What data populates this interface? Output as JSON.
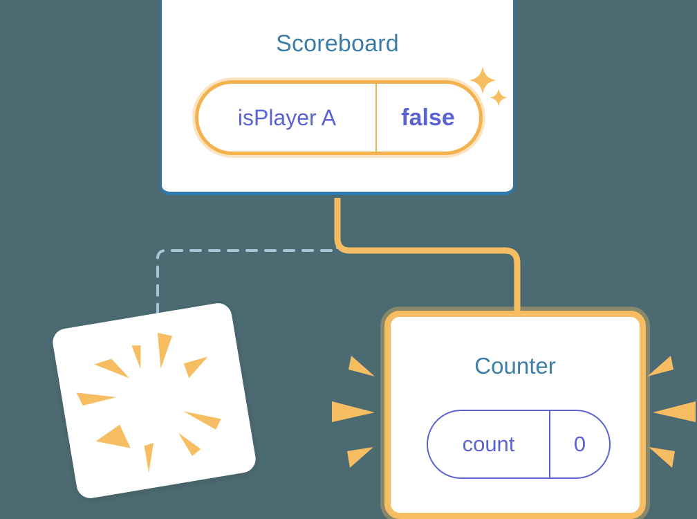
{
  "theme": {
    "background": "#4c6a72",
    "card_background": "#ffffff",
    "title_blue": "#3b7ea8",
    "scoreboard_border": "#2e7aae",
    "accent_orange": "#f5b14e",
    "accent_orange_light": "#f7bd62",
    "value_purple": "#5b63d3",
    "dashed_line": "#a8c4d6"
  },
  "scoreboard": {
    "title": "Scoreboard",
    "state": {
      "key": "isPlayer A",
      "value": "false"
    },
    "sparkles": [
      {
        "name": "sparkle-large"
      },
      {
        "name": "sparkle-small"
      }
    ]
  },
  "counter": {
    "title": "Counter",
    "state": {
      "key": "count",
      "value": "0"
    }
  },
  "blank_card": {
    "title": "",
    "highlight": "burst"
  },
  "connectors": [
    {
      "name": "scoreboard-to-counter",
      "style": "solid",
      "color": "#f7bd62"
    },
    {
      "name": "scoreboard-to-blank-card",
      "style": "dashed",
      "color": "#a8c4d6"
    }
  ]
}
